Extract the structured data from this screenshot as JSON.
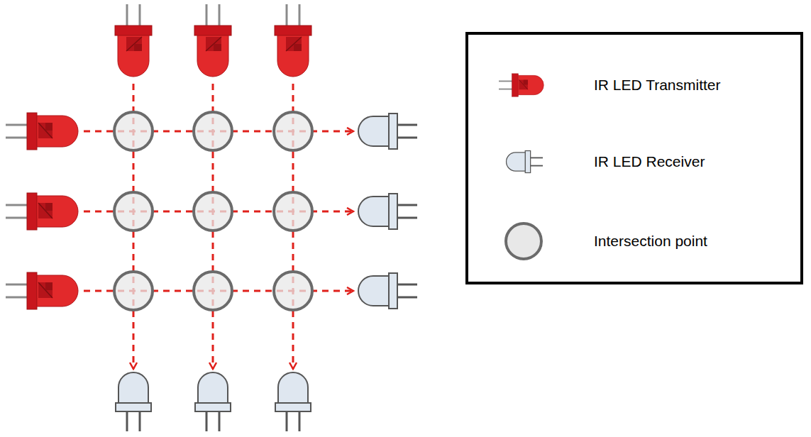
{
  "diagram": {
    "legend": [
      {
        "text": "IR LED Transmitter"
      },
      {
        "text": "IR LED Receiver"
      },
      {
        "text": "Intersection point"
      }
    ]
  }
}
